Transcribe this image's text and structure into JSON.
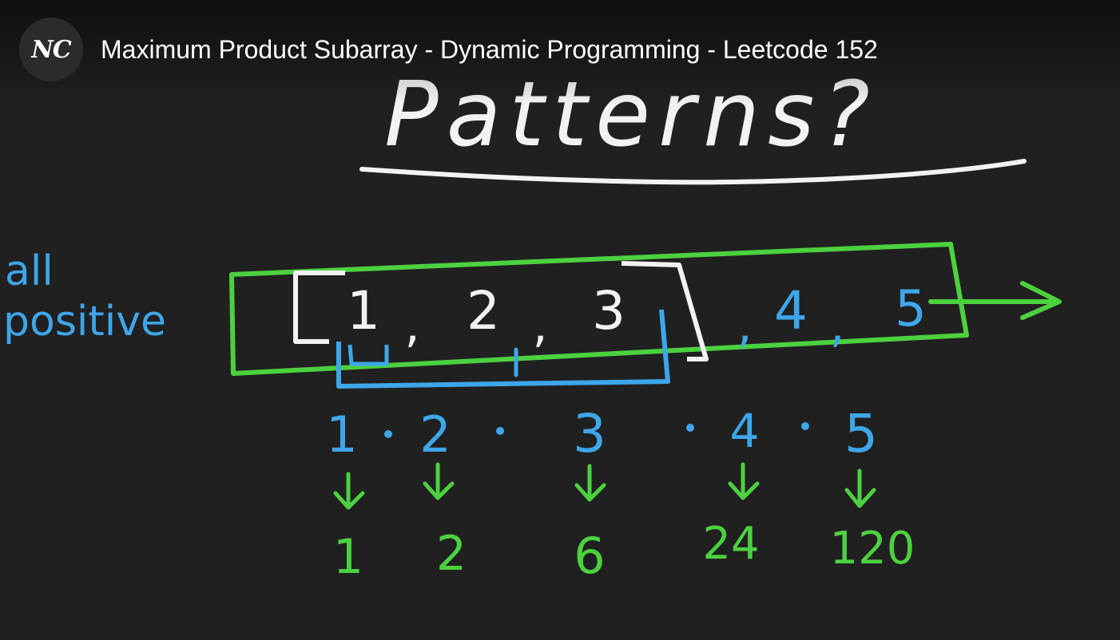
{
  "channel": {
    "avatar_text": "NC"
  },
  "video": {
    "title": "Maximum Product Subarray - Dynamic Programming - Leetcode 152"
  },
  "board": {
    "heading": "Patterns?",
    "side_label_line1": "all",
    "side_label_line2": "positive",
    "array": [
      "1",
      "2",
      "3",
      "4",
      "5"
    ],
    "products_row": [
      "1",
      "2",
      "3",
      "4",
      "5"
    ],
    "results_row": [
      "1",
      "2",
      "6",
      "24",
      "120"
    ],
    "colors": {
      "chalk_white": "#f2f2f2",
      "green": "#4cd13f",
      "blue": "#3ea6ea",
      "background": "#202020"
    }
  }
}
